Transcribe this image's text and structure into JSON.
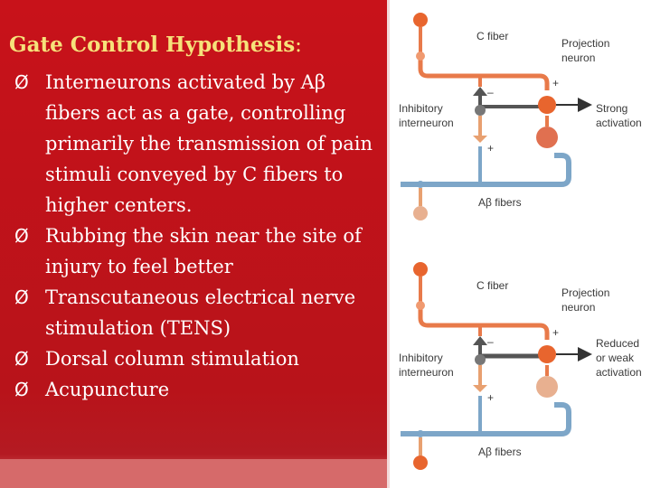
{
  "title": {
    "text": "Gate Control Hypothesis",
    "colon": ":"
  },
  "bullets": [
    "Interneurons activated by Aβ fibers act as a gate, controlling primarily the transmission of  pain stimuli conveyed by C fibers to higher centers.",
    "Rubbing the skin near the site of injury to feel better",
    "Transcutaneous electrical nerve stimulation (TENS)",
    "Dorsal column stimulation",
    "Acupuncture"
  ],
  "bullet_marker": "Ø",
  "diagram_top": {
    "c_fiber": "C fiber",
    "projection": [
      "Projection",
      "neuron"
    ],
    "inhibitory": [
      "Inhibitory",
      "interneuron"
    ],
    "activation": [
      "Strong",
      "activation"
    ],
    "ab_fibers": "Aβ fibers",
    "minus": "–",
    "plus": "+"
  },
  "diagram_bottom": {
    "c_fiber": "C fiber",
    "projection": [
      "Projection",
      "neuron"
    ],
    "inhibitory": [
      "Inhibitory",
      "interneuron"
    ],
    "activation": [
      "Reduced",
      "or weak",
      "activation"
    ],
    "ab_fibers": "Aβ fibers",
    "minus": "–",
    "plus": "+"
  },
  "colors": {
    "slide_red": "#c8121a",
    "title_yellow": "#f6e27a",
    "axon_orange": "#e87a4a",
    "neuron_orange": "#e8652e",
    "axon_blue": "#7da6c8",
    "interneuron_gray": "#555555"
  }
}
